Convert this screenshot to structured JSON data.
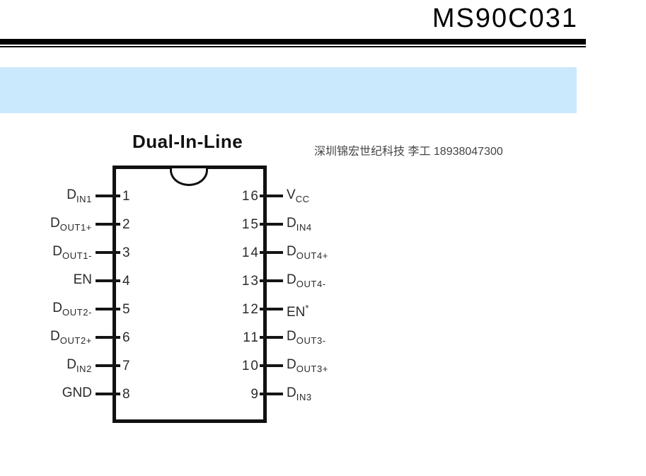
{
  "header": {
    "part_number": "MS90C031"
  },
  "banner": {
    "color": "#cbe9fc"
  },
  "watermark": {
    "text": "深圳锦宏世纪科技 李工 18938047300"
  },
  "diagram": {
    "heading": "Dual-In-Line",
    "package": "16-pin dual-in-line package outline with top notch",
    "pins": {
      "left": [
        {
          "num": "1",
          "base": "D",
          "sub": "IN1",
          "sup": ""
        },
        {
          "num": "2",
          "base": "D",
          "sub": "OUT1+",
          "sup": ""
        },
        {
          "num": "3",
          "base": "D",
          "sub": "OUT1-",
          "sup": ""
        },
        {
          "num": "4",
          "base": "EN",
          "sub": "",
          "sup": ""
        },
        {
          "num": "5",
          "base": "D",
          "sub": "OUT2-",
          "sup": ""
        },
        {
          "num": "6",
          "base": "D",
          "sub": "OUT2+",
          "sup": ""
        },
        {
          "num": "7",
          "base": "D",
          "sub": "IN2",
          "sup": ""
        },
        {
          "num": "8",
          "base": "GND",
          "sub": "",
          "sup": ""
        }
      ],
      "right": [
        {
          "num": "16",
          "base": "V",
          "sub": "CC",
          "sup": ""
        },
        {
          "num": "15",
          "base": "D",
          "sub": "IN4",
          "sup": ""
        },
        {
          "num": "14",
          "base": "D",
          "sub": "OUT4+",
          "sup": ""
        },
        {
          "num": "13",
          "base": "D",
          "sub": "OUT4-",
          "sup": ""
        },
        {
          "num": "12",
          "base": "EN",
          "sub": "",
          "sup": "*"
        },
        {
          "num": "11",
          "base": "D",
          "sub": "OUT3-",
          "sup": ""
        },
        {
          "num": "10",
          "base": "D",
          "sub": "OUT3+",
          "sup": ""
        },
        {
          "num": "9",
          "base": "D",
          "sub": "IN3",
          "sup": ""
        }
      ]
    }
  }
}
